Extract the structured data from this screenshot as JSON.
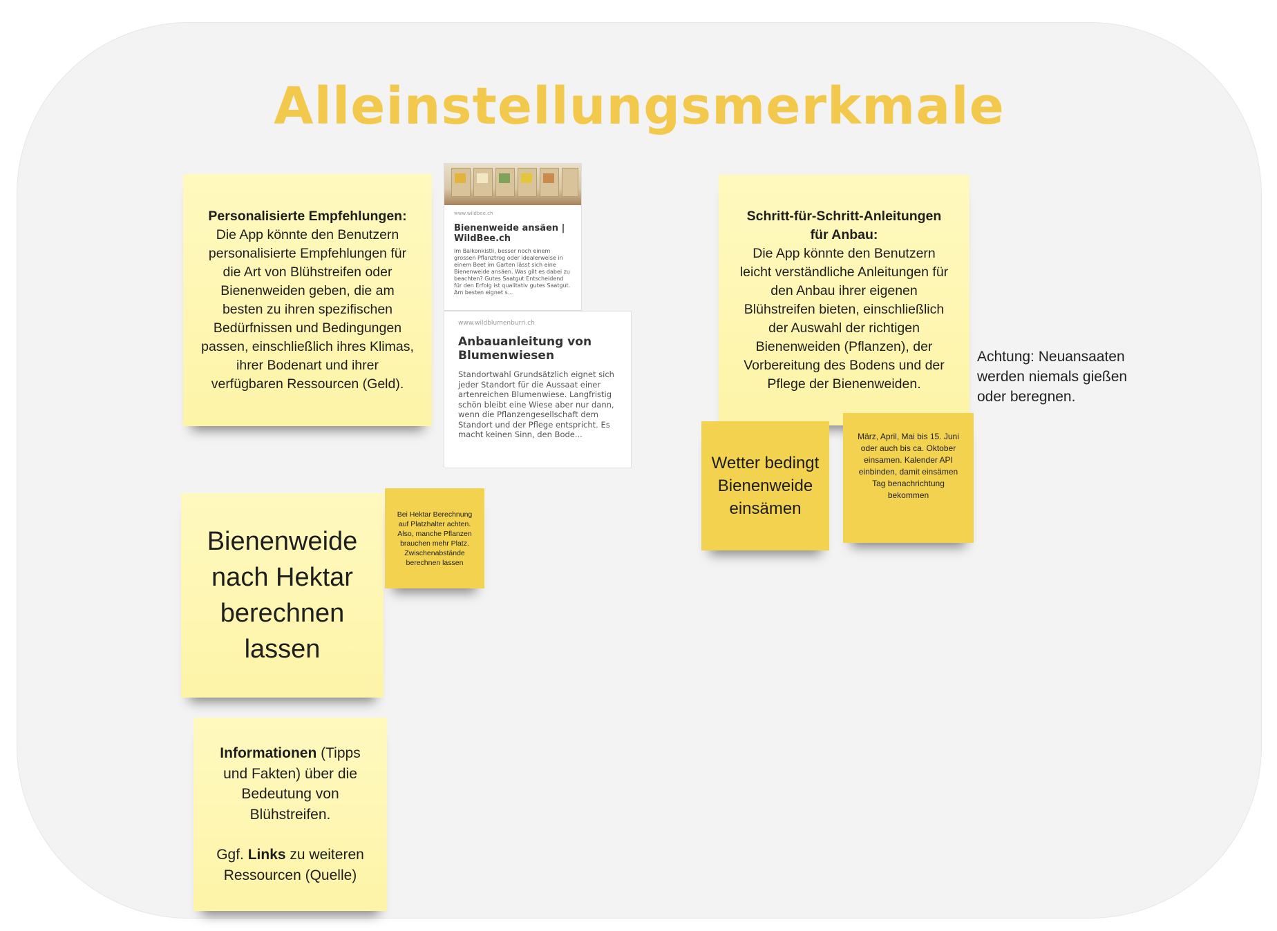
{
  "board": {
    "title": "Alleinstellungsmerkmale",
    "accent_color": "#f2c94c",
    "sticky_light_color": "#fdf6aa",
    "sticky_dark_color": "#f3d24f"
  },
  "stickies": {
    "personalisiert": {
      "heading": "Personalisierte Empfehlungen:",
      "body": "Die App könnte den Benutzern personalisierte Empfehlungen für die Art von Blühstreifen oder Bienenweiden geben, die am besten zu ihren spezifischen Bedürfnissen und Bedingungen passen, einschließlich ihres Klimas, ihrer Bodenart und ihrer verfügbaren Ressourcen (Geld)."
    },
    "hektar": {
      "text": "Bienenweide nach Hektar berechnen lassen"
    },
    "hektar_note": {
      "text": "Bei Hektar Berechnung auf Platzhalter achten. Also, manche Pflanzen brauchen mehr Platz. Zwischenabstände berechnen lassen"
    },
    "informationen": {
      "bold1": "Informationen",
      "rest1": " (Tipps und Fakten)  über die Bedeutung von Blühstreifen.",
      "prefix2": "Ggf. ",
      "bold2": "Links",
      "rest2": " zu weiteren Ressourcen (Quelle)"
    },
    "anleitung": {
      "heading": "Schritt-für-Schritt-Anleitungen für Anbau:",
      "body": "Die App könnte den Benutzern leicht verständliche Anleitungen für den Anbau ihrer eigenen Blühstreifen bieten, einschließlich der Auswahl der richtigen Bienenweiden (Pflanzen), der Vorbereitung des Bodens und der Pflege der Bienenweiden."
    },
    "wetter": {
      "text": "Wetter bedingt Bienenweide einsämen"
    },
    "kalender": {
      "text": "März, April, Mai bis 15. Juni oder auch bis ca. Oktober einsamen. Kalender API einbinden, damit einsämen Tag benachrichtung bekommen"
    }
  },
  "text_note": {
    "text": "Achtung: Neuansaaten werden niemals gießen oder beregnen."
  },
  "link_cards": [
    {
      "domain": "www.wildbee.ch",
      "title": "Bienenweide ansäen | WildBee.ch",
      "description": "Im Balkonkistli, besser noch einem grossen Pflanztrog oder idealerweise in einem Beet im Garten lässt sich eine Bienenweide ansäen. Was gilt es dabei zu beachten? Gutes Saatgut Entscheidend für den Erfolg ist qualitativ gutes Saatgut. Am besten eignet s..."
    },
    {
      "domain": "www.wildblumenburri.ch",
      "title": "Anbauanleitung von Blumenwiesen",
      "description": "Standortwahl Grundsätzlich eignet sich jeder Standort für die Aussaat einer artenreichen Blumenwiese. Langfristig schön bleibt eine Wiese aber nur dann, wenn die Pflanzengesellschaft dem Standort und der Pflege entspricht. Es macht keinen Sinn, den Bode..."
    }
  ]
}
